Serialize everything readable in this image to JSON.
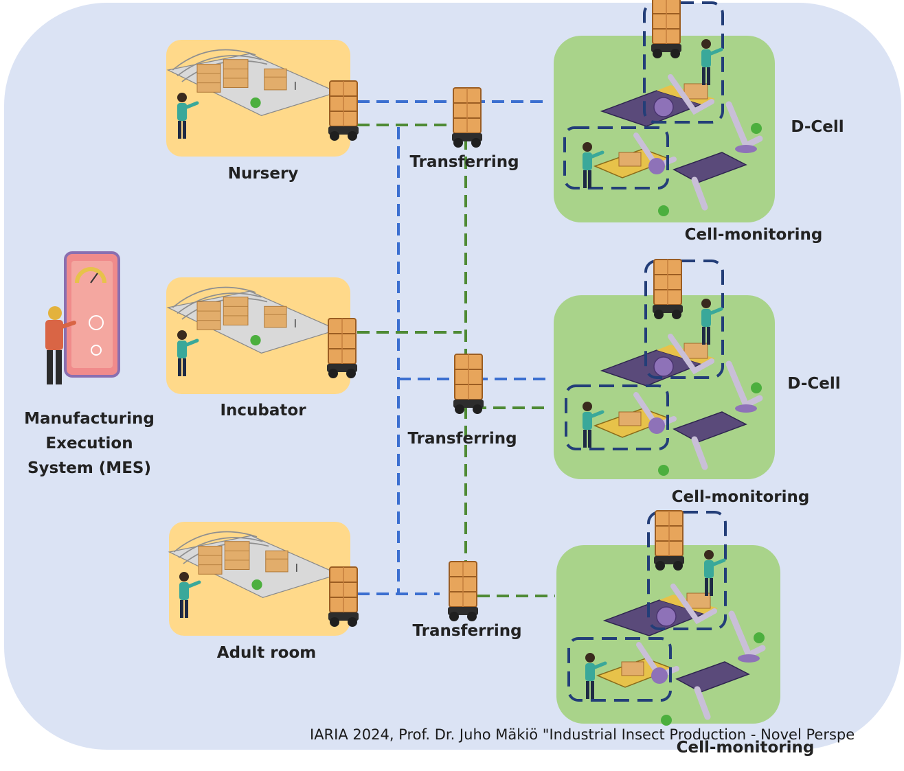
{
  "colors": {
    "background_panel": "#dbe3f4",
    "room_fill": "#ffd98a",
    "cell_fill": "#a9d38a",
    "blue_dash": "#3b6fd0",
    "green_dash": "#4e8a34",
    "dark_dash": "#233e78",
    "status_dot": "#4caf3e"
  },
  "mes": {
    "label_line1": "Manufacturing",
    "label_line2": "Execution",
    "label_line3": "System (MES)",
    "icon": "operator-with-tablet-icon"
  },
  "rooms": [
    {
      "label": "Nursery",
      "icon": "rearing-room-icon"
    },
    {
      "label": "Incubator",
      "icon": "rearing-room-icon"
    },
    {
      "label": "Adult room",
      "icon": "rearing-room-icon"
    }
  ],
  "transfers": [
    {
      "label": "Transferring",
      "icon": "agv-robot-icon"
    },
    {
      "label": "Transferring",
      "icon": "agv-robot-icon"
    },
    {
      "label": "Transferring",
      "icon": "agv-robot-icon"
    }
  ],
  "cells": [
    {
      "title": "D-Cell",
      "monitoring": "Cell-monitoring",
      "icon": "robot-cell-icon"
    },
    {
      "title": "D-Cell",
      "monitoring": "Cell-monitoring",
      "icon": "robot-cell-icon"
    },
    {
      "title": "",
      "monitoring": "Cell-monitoring",
      "icon": "robot-cell-icon"
    }
  ],
  "footer": "IARIA 2024, Prof. Dr. Juho Mäkiö \"Industrial Insect Production - Novel Perspe"
}
